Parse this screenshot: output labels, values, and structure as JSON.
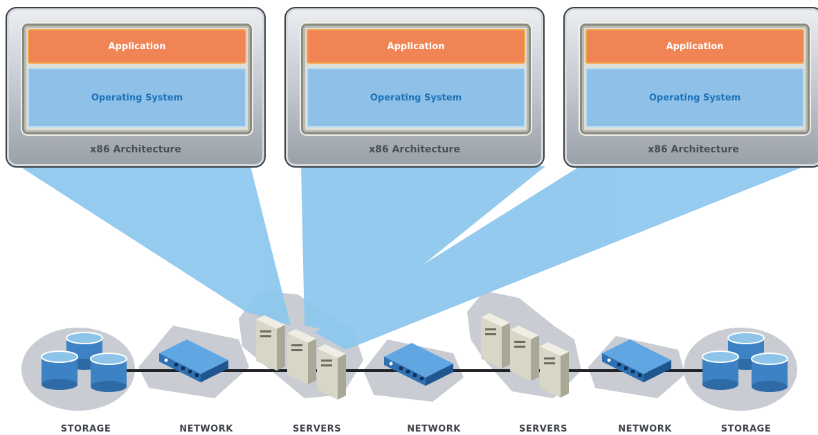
{
  "virtual_machines": [
    {
      "application": "Application",
      "operating_system": "Operating System",
      "architecture": "x86 Architecture"
    },
    {
      "application": "Application",
      "operating_system": "Operating System",
      "architecture": "x86 Architecture"
    },
    {
      "application": "Application",
      "operating_system": "Operating System",
      "architecture": "x86 Architecture"
    }
  ],
  "infrastructure_labels": [
    "STORAGE",
    "NETWORK",
    "SERVERS",
    "NETWORK",
    "SERVERS",
    "NETWORK",
    "STORAGE"
  ],
  "colors": {
    "application": "#f08454",
    "operating_system": "#8fc0e8",
    "os_text": "#1d72b8",
    "projection_beam": "#8ec8ee",
    "device_blue": "#3d82c4",
    "server_beige": "#d8d6c6",
    "halo_gray": "#c9ccd2"
  }
}
